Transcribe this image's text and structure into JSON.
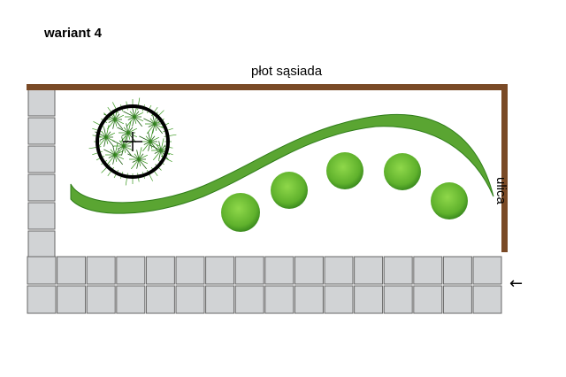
{
  "title": "wariant 4",
  "labels": {
    "fence": "płot sąsiada",
    "street": "ulica"
  },
  "entry_arrow": "←",
  "colors": {
    "fence": "#7a4a26",
    "paving_fill": "#d1d3d5",
    "paving_stroke": "#676767",
    "hedge": "#5aa532",
    "shrub_light": "#79c83a",
    "shrub_dark": "#3b8b1e",
    "grass_tuft": "#3c9a22",
    "outline": "#000000"
  },
  "icons": {
    "tree": "tree-canopy-icon",
    "entry": "arrow-left-icon"
  }
}
